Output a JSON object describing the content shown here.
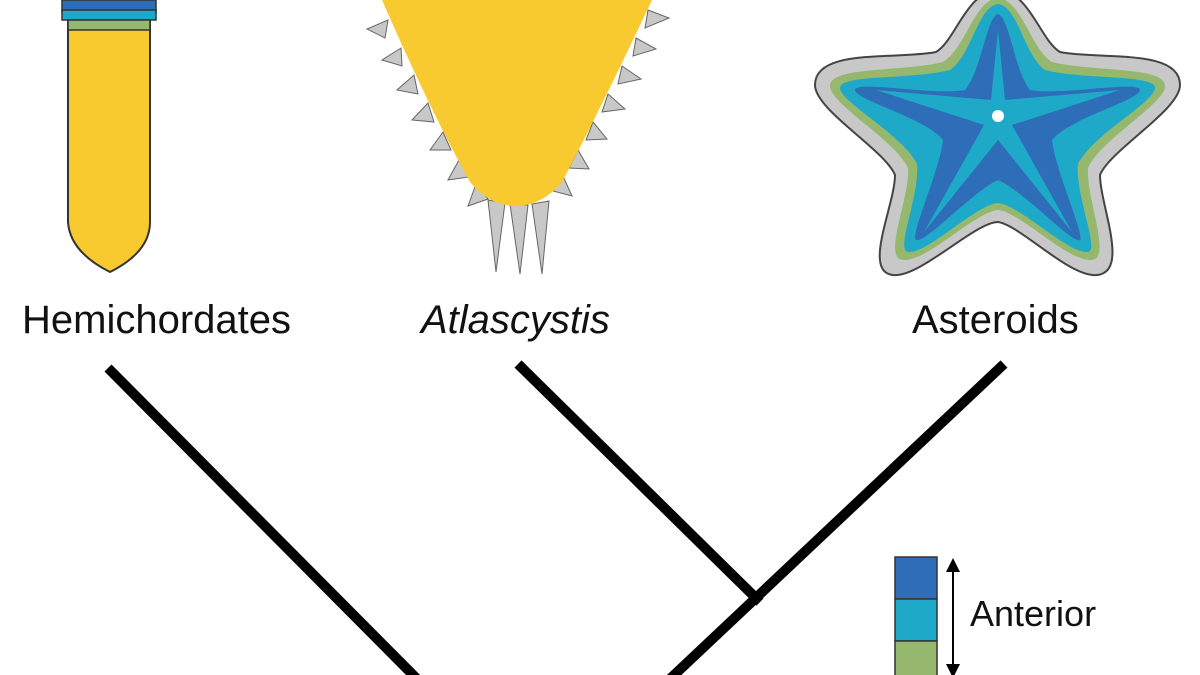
{
  "taxa": {
    "hemichordates": "Hemichordates",
    "atlascystis": "Atlascystis",
    "asteroids": "Asteroids"
  },
  "legend": {
    "label": "Anterior",
    "colors": [
      "#2e6db8",
      "#1ea9c8",
      "#96b86e"
    ]
  },
  "colors": {
    "body_yellow": "#f9c930",
    "spine_gray": "#c8c8c8",
    "outline": "#333333",
    "tree_line": "#000000"
  }
}
